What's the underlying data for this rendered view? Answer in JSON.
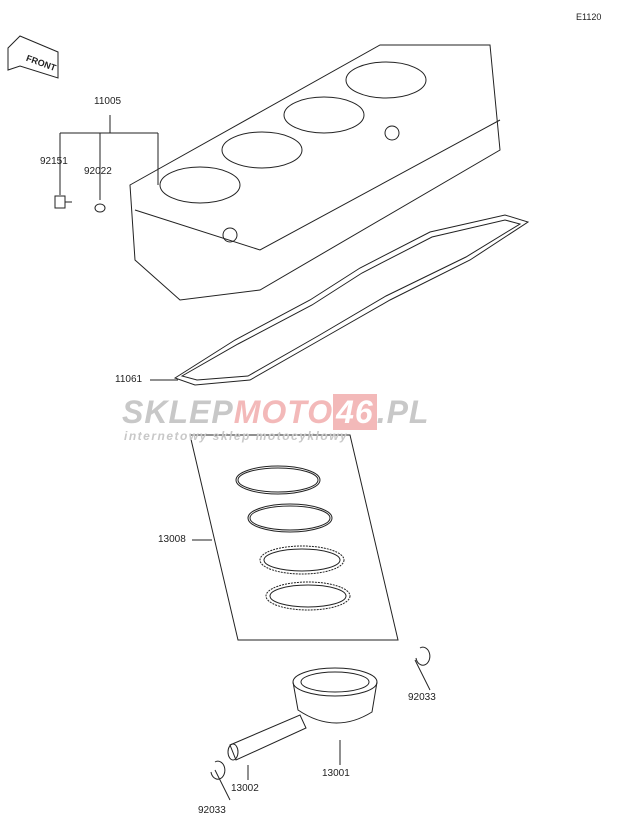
{
  "diagram_code": "E1120",
  "front_badge": "FRONT",
  "parts": [
    {
      "number": "11005"
    },
    {
      "number": "92151"
    },
    {
      "number": "92022"
    },
    {
      "number": "11061"
    },
    {
      "number": "13008"
    },
    {
      "number": "92033"
    },
    {
      "number": "13001"
    },
    {
      "number": "13002"
    },
    {
      "number": "92033"
    }
  ],
  "watermark": {
    "brand_a": "SKLEP",
    "brand_b": "MOTO",
    "brand_c": "46",
    "brand_d": ".PL",
    "tagline": "internetowy sklep motocyklowy"
  }
}
